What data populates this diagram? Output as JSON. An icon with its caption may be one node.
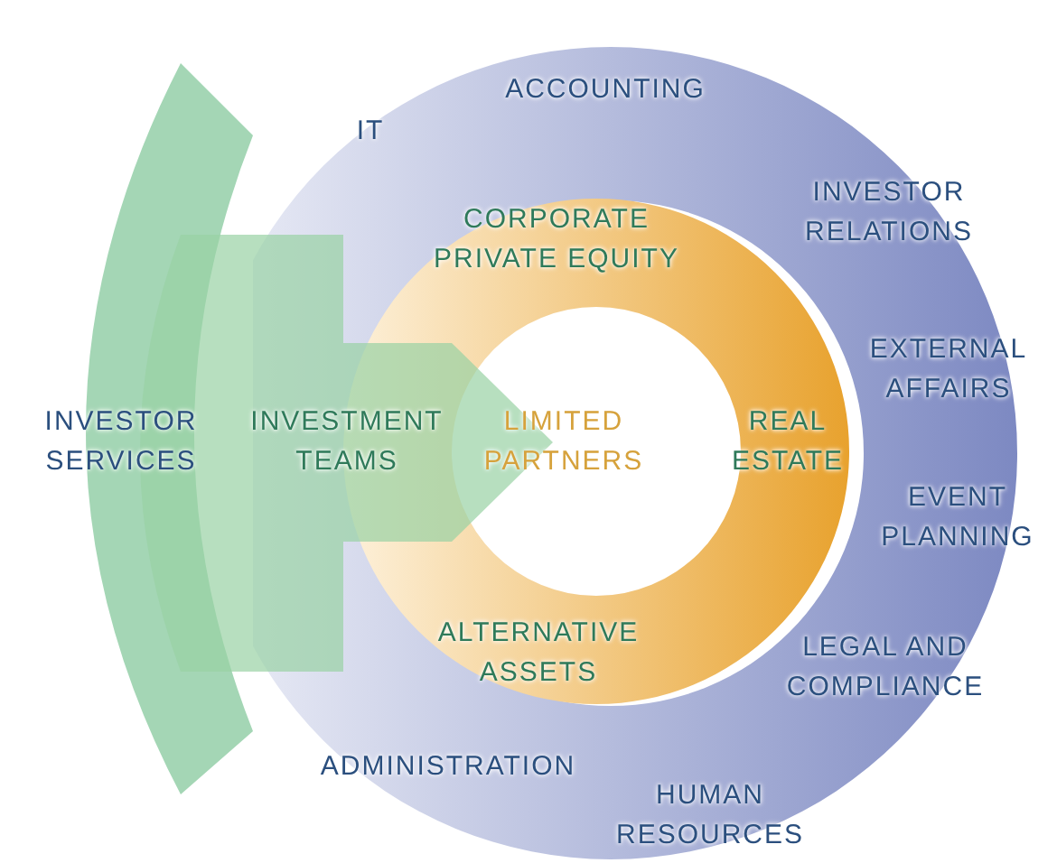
{
  "diagram": {
    "nodes": [
      {
        "text": [
          "INVESTOR SERVICES"
        ]
      },
      {
        "text": [
          "IT",
          "ACCOUNTING",
          "INVESTOR RELATIONS",
          "EXTERNAL AFFAIRS",
          "EVENT PLANNING",
          "LEGAL AND COMPLIANCE",
          "ADMINISTRATION",
          "HUMAN RESOURCES"
        ]
      },
      {
        "text": [
          "INVESTMENT TEAMS"
        ]
      },
      {
        "text": [
          "CORPORATE PRIVATE EQUITY",
          "REAL ESTATE",
          "ALTERNATIVE ASSETS"
        ],
        "in": 1
      },
      {
        "text": [
          "LIMITED PARTNERS"
        ],
        "in": 3
      }
    ]
  }
}
